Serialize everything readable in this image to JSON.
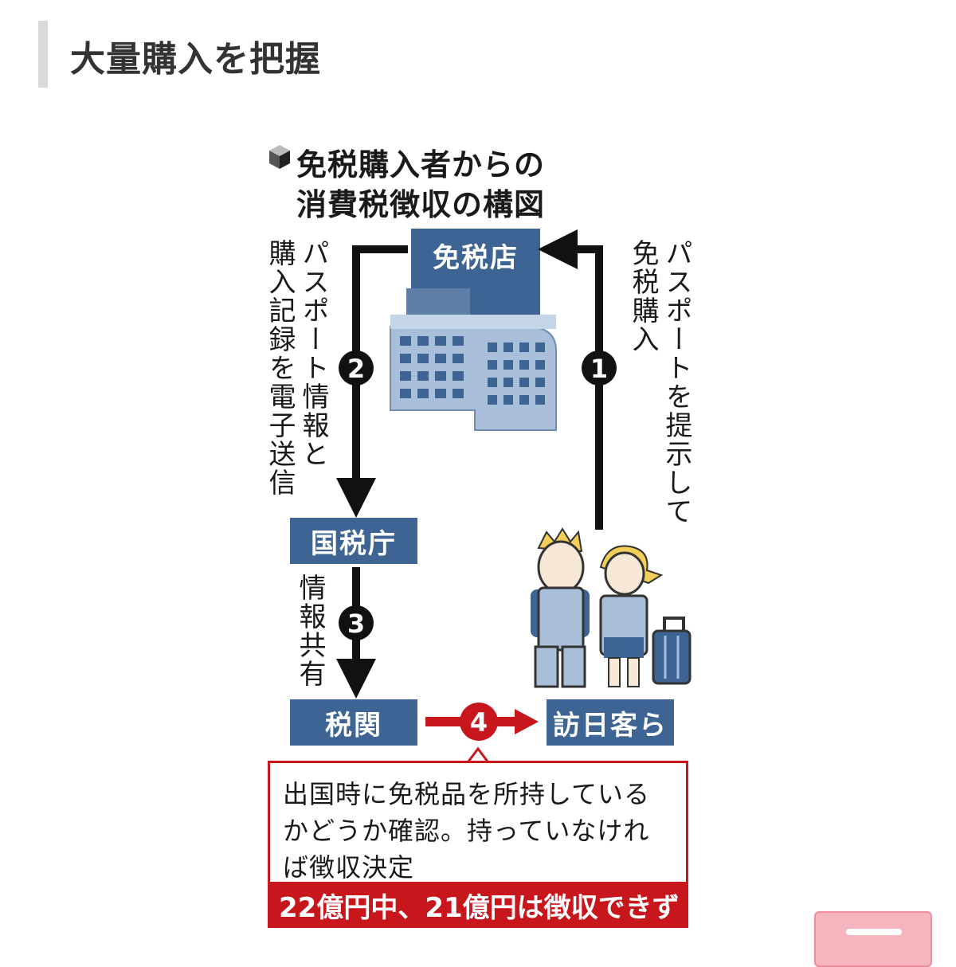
{
  "heading": "大量購入を把握",
  "diagram": {
    "title_line1": "免税購入者からの",
    "title_line2": "消費税徴収の構図",
    "nodes": {
      "store": "免税店",
      "nta": "国税庁",
      "customs": "税関",
      "visitors": "訪日客ら"
    },
    "steps": {
      "step1_number": "1",
      "step1_text_a": "パスポートを提示して",
      "step1_text_b": "免税購入",
      "step2_number": "2",
      "step2_text_a": "パスポート情報と",
      "step2_text_b": "購入記録を電子送信",
      "step3_number": "3",
      "step3_text": "情報共有",
      "step4_number": "4"
    },
    "note_text": "出国時に免税品を所持しているかどうか確認。持っていなければ徴収決定",
    "note_banner": "22億円中、21億円は徴収できず",
    "colors": {
      "node_blue": "#3d6493",
      "accent_red": "#c8161d",
      "building_light": "#a9bfd9"
    }
  }
}
